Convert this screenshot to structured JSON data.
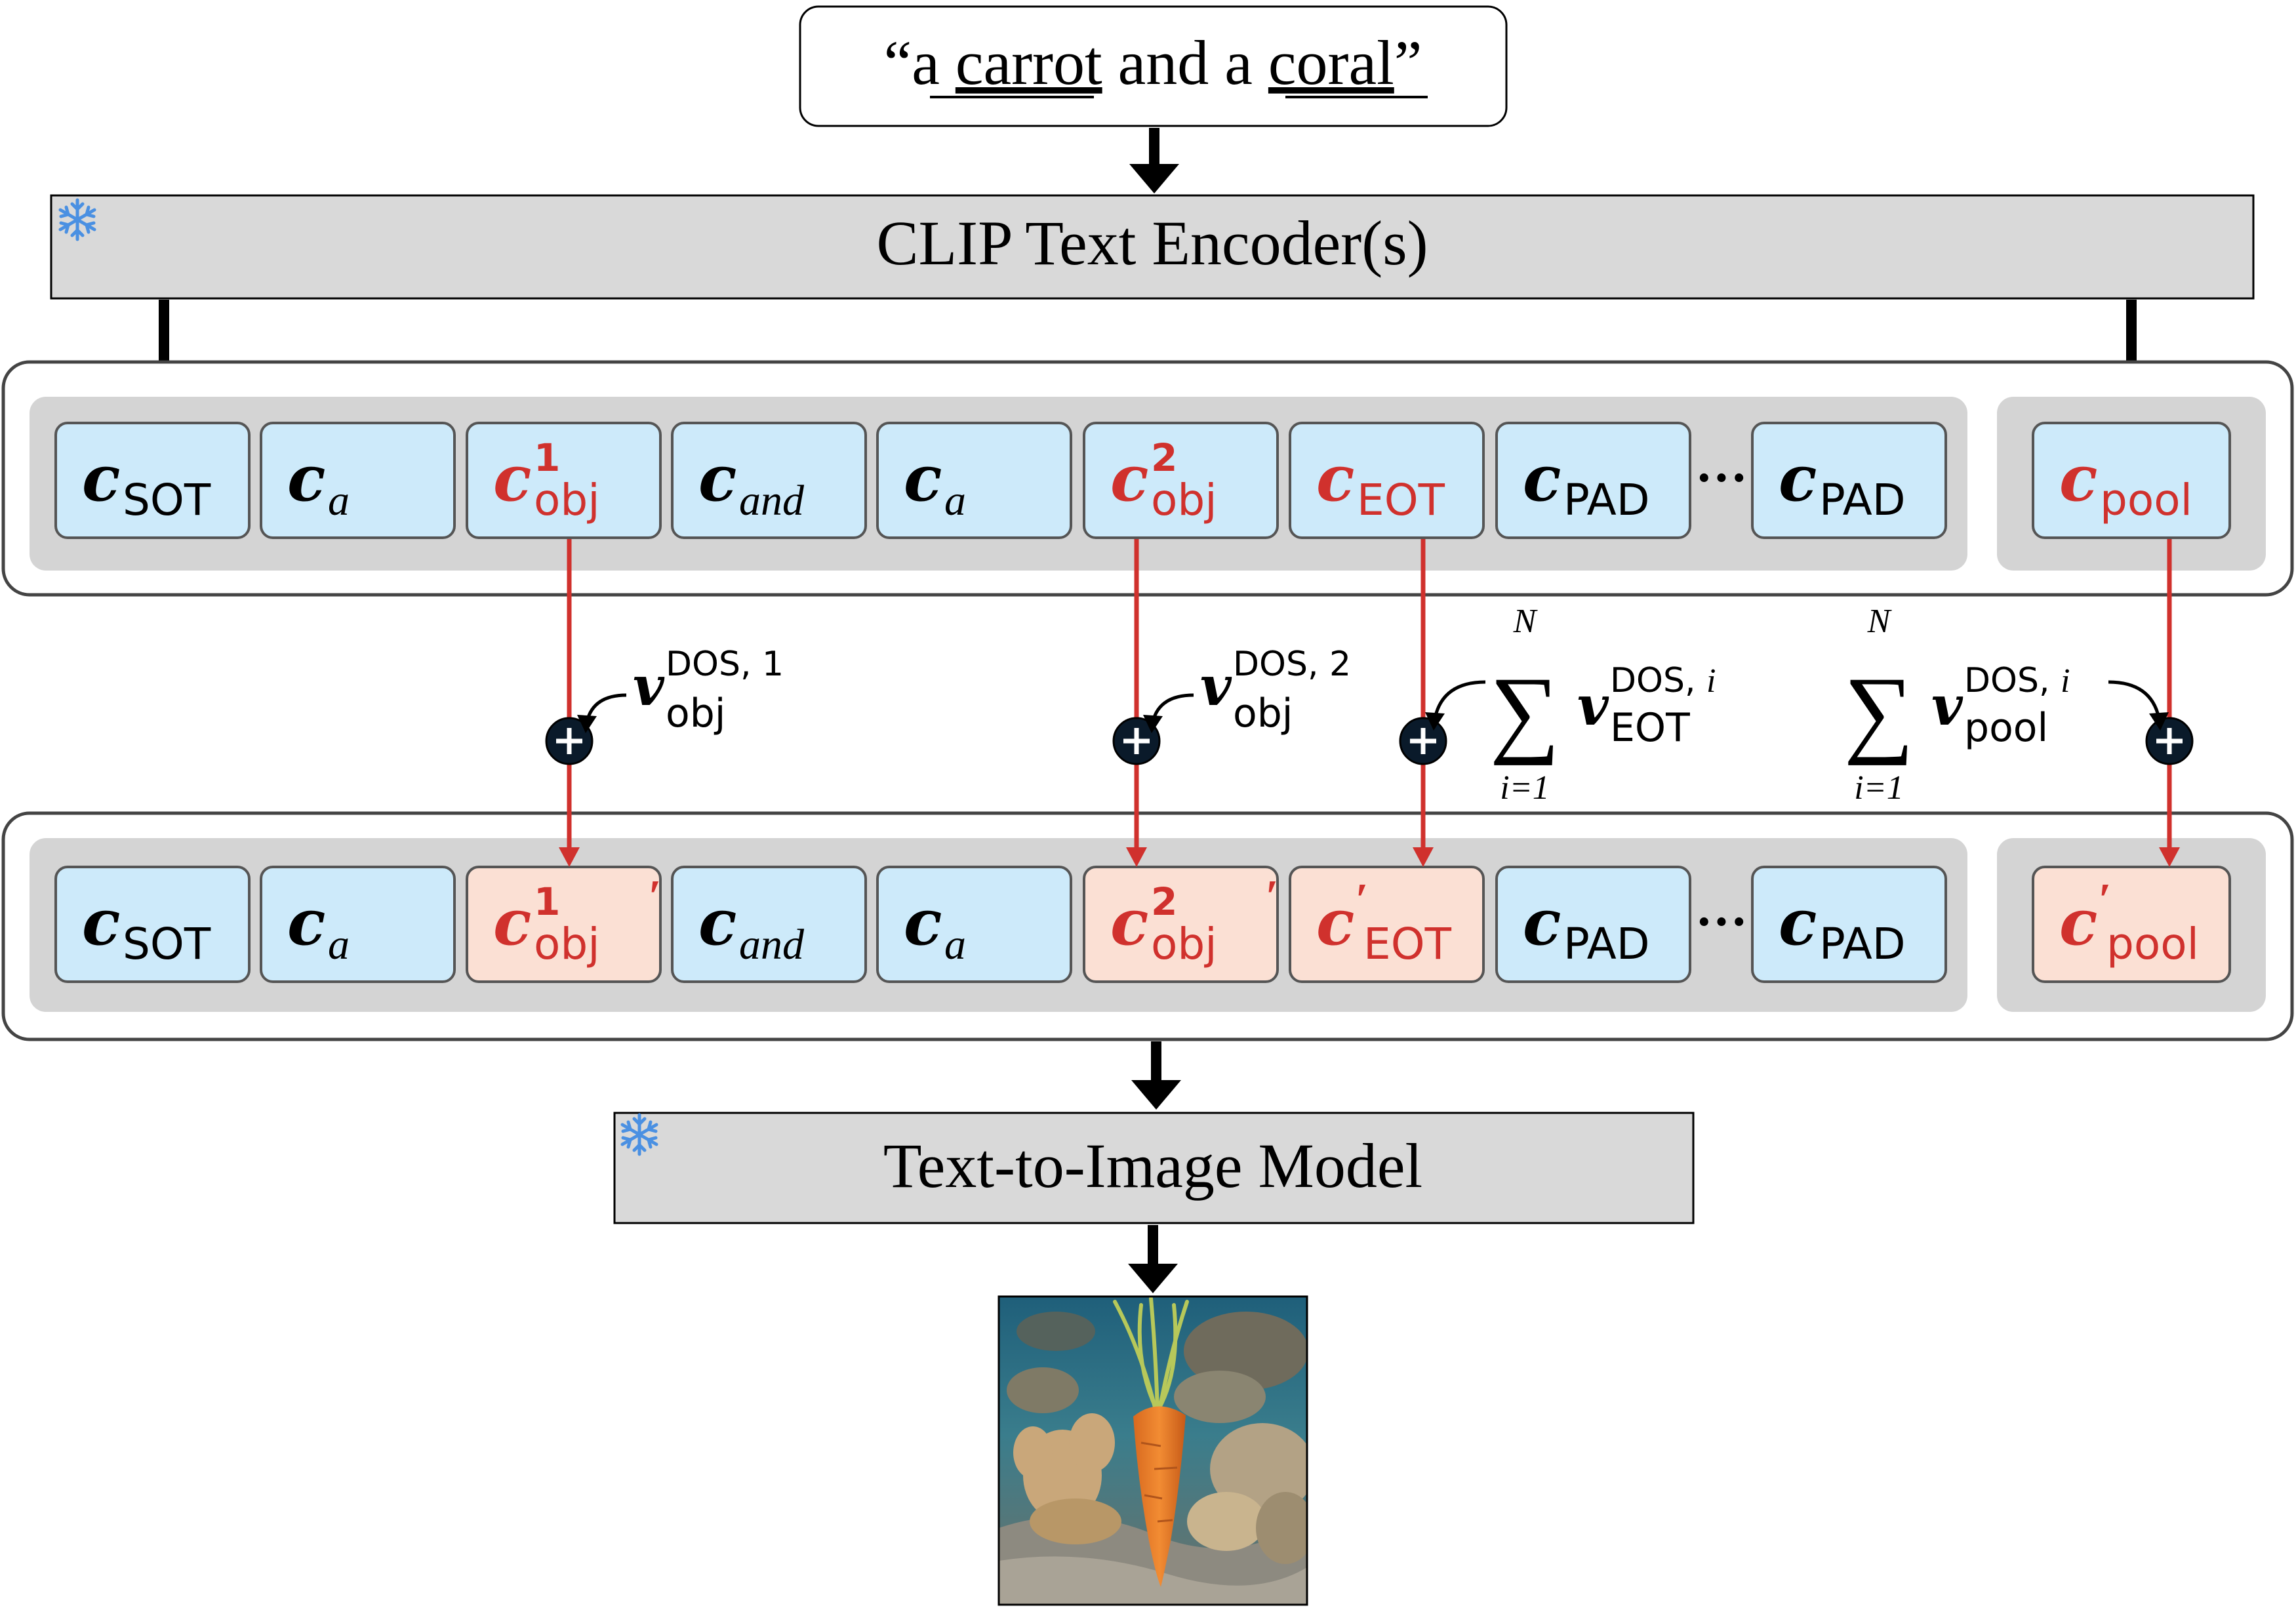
{
  "prompt": {
    "open_quote": "“",
    "pre": "a ",
    "word1": "carrot",
    "mid": " and a ",
    "word2": "coral",
    "close_quote": "”"
  },
  "encoder": {
    "label": "CLIP Text Encoder(s)",
    "frozen_icon": "snowflake-icon"
  },
  "t2i": {
    "label": "Text-to-Image Model",
    "frozen_icon": "snowflake-icon"
  },
  "c_symbol": "c",
  "prime": "′",
  "ellipsis": "···",
  "tokens": [
    {
      "sub": "SOT",
      "sup": "",
      "kind": "normal"
    },
    {
      "sub": "a",
      "sup": "",
      "kind": "normal",
      "italic": true
    },
    {
      "sub": "obj",
      "sup": "1",
      "kind": "target"
    },
    {
      "sub": "and",
      "sup": "",
      "kind": "normal",
      "italic": true
    },
    {
      "sub": "a",
      "sup": "",
      "kind": "normal",
      "italic": true
    },
    {
      "sub": "obj",
      "sup": "2",
      "kind": "target"
    },
    {
      "sub": "EOT",
      "sup": "",
      "kind": "target"
    },
    {
      "sub": "PAD",
      "sup": "",
      "kind": "normal"
    },
    {
      "sub": "PAD",
      "sup": "",
      "kind": "normal"
    }
  ],
  "pool": {
    "sub": "pool"
  },
  "vectors": {
    "v_symbol": "v",
    "obj1": {
      "sub": "obj",
      "sup": "DOS, 1"
    },
    "obj2": {
      "sub": "obj",
      "sup": "DOS, 2"
    },
    "eot": {
      "sub": "EOT",
      "sup": "DOS, ",
      "sup_i": "i"
    },
    "pool": {
      "sub": "pool",
      "sup": "DOS, ",
      "sup_i": "i"
    },
    "sum_upper": "N",
    "sum_lower": "i=1",
    "sigma": "∑"
  },
  "colors": {
    "token_fill": "#cdeafa",
    "token_fill_modified": "#fbe0d4",
    "panel_gray": "#d4d4d4",
    "box_gray": "#d9d9d9",
    "red": "#d0312d",
    "snowflake": "#4a90e2",
    "plus_fill": "#0a1a2a"
  },
  "output_image": {
    "subject": "carrot",
    "background": "coral"
  }
}
